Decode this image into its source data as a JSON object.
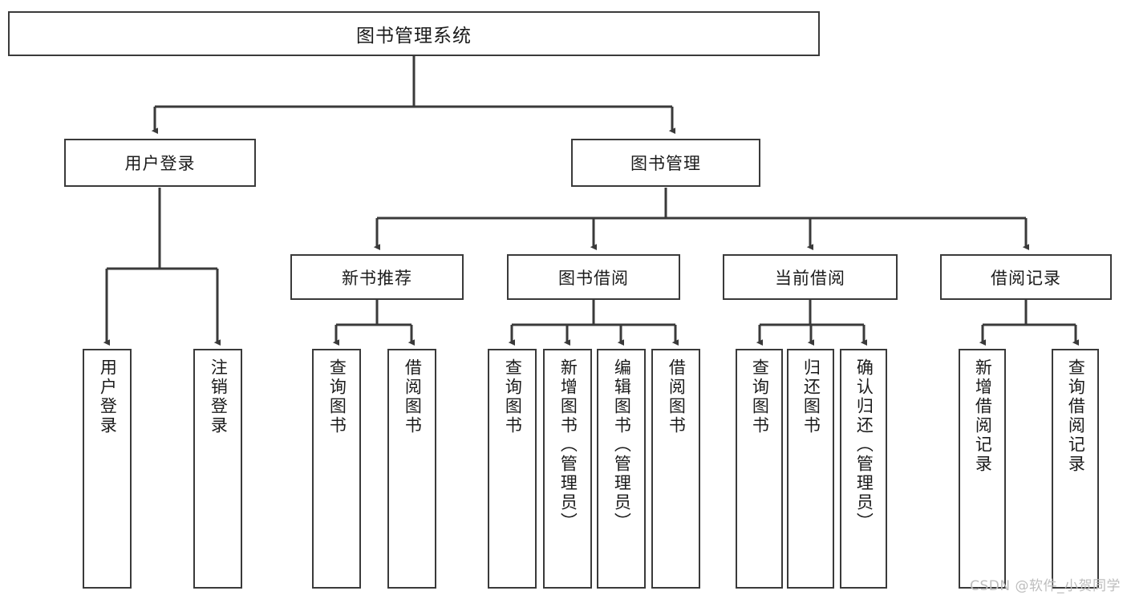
{
  "diagram": {
    "title": "图书管理系统",
    "type": "hierarchy-tree",
    "colors": {
      "background": "#ffffff",
      "box_border": "#3a3a3a",
      "box_fill": "#ffffff",
      "text": "#1b1b1b",
      "connector": "#3a3a3a",
      "watermark": "#bdbdbd"
    },
    "root": {
      "label": "图书管理系统"
    },
    "level2": [
      {
        "label": "用户登录"
      },
      {
        "label": "图书管理"
      }
    ],
    "level3": [
      {
        "label": "新书推荐"
      },
      {
        "label": "图书借阅"
      },
      {
        "label": "当前借阅"
      },
      {
        "label": "借阅记录"
      }
    ],
    "leaves": {
      "user_login": [
        {
          "label": "用户登录"
        },
        {
          "label": "注销登录"
        }
      ],
      "new_book_recommend": [
        {
          "label": "查询图书"
        },
        {
          "label": "借阅图书"
        }
      ],
      "book_borrow": [
        {
          "label": "查询图书"
        },
        {
          "label": "新增图书（管理员）"
        },
        {
          "label": "编辑图书（管理员）"
        },
        {
          "label": "借阅图书"
        }
      ],
      "current_borrow": [
        {
          "label": "查询图书"
        },
        {
          "label": "归还图书"
        },
        {
          "label": "确认归还（管理员）"
        }
      ],
      "borrow_record": [
        {
          "label": "新增借阅记录"
        },
        {
          "label": "查询借阅记录"
        }
      ]
    },
    "watermark": "CSDN @软件_小贺同学"
  }
}
